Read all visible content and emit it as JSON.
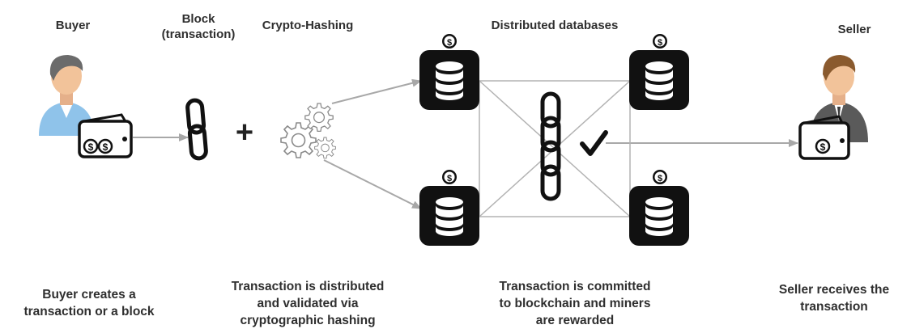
{
  "headers": {
    "buyer": "Buyer",
    "block_line1": "Block",
    "block_line2": "(transaction)",
    "hashing": "Crypto-Hashing",
    "databases": "Distributed databases",
    "seller": "Seller"
  },
  "captions": {
    "buyer_line1": "Buyer creates a",
    "buyer_line2": "transaction or a block",
    "hash_line1": "Transaction is distributed",
    "hash_line2": "and validated via",
    "hash_line3": "cryptographic hashing",
    "commit_line1": "Transaction is committed",
    "commit_line2": "to blockchain and miners",
    "commit_line3": "are rewarded",
    "seller_line1": "Seller receives the",
    "seller_line2": "transaction"
  },
  "symbols": {
    "plus": "+",
    "check": "✔",
    "dollar": "$"
  },
  "icons": [
    "buyer-person-icon",
    "buyer-wallet-icon",
    "chain-link-icon",
    "gears-icon",
    "database-icon",
    "blockchain-icon",
    "checkmark-icon",
    "seller-person-icon",
    "seller-wallet-icon"
  ],
  "colors": {
    "arrow": "#a8a8a8",
    "icon_dark": "#111111",
    "person_shirt_buyer": "#8fc3ea",
    "person_suit_seller": "#5a5a5a",
    "skin": "#f2c39a"
  }
}
